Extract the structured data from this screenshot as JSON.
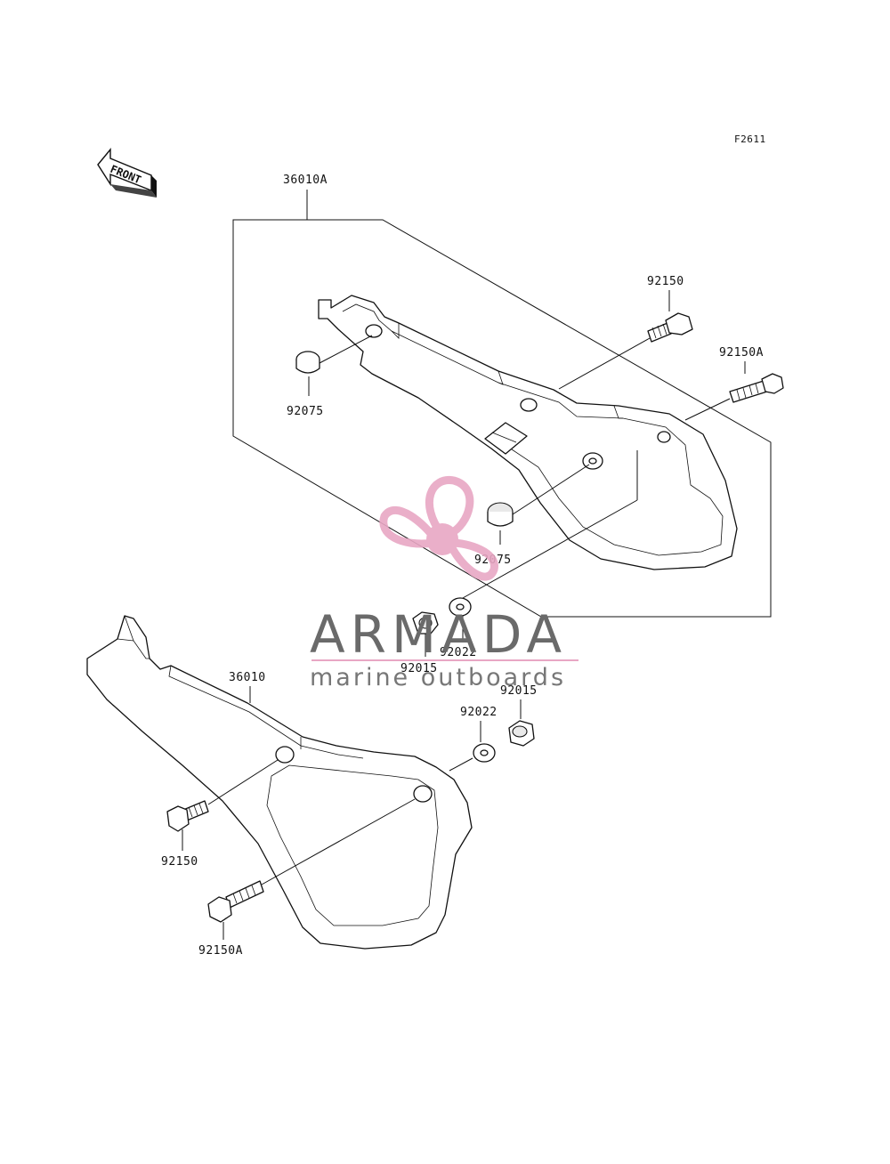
{
  "diagram": {
    "code": "F2611",
    "front_label": "FRONT",
    "labels": {
      "cover_right": "36010A",
      "cover_left": "36010",
      "bolt_upper": "92150",
      "bolt_upper_a": "92150A",
      "grommet_upper": "92075",
      "grommet_mid": "92075",
      "collar_upper": "92015",
      "washer_upper": "92022",
      "collar_lower": "92015",
      "washer_lower": "92022",
      "bolt_lower": "92150",
      "bolt_lower_a": "92150A"
    }
  },
  "watermark": {
    "brand": "ARMADA",
    "tagline": "marine outboards",
    "color": "#e8a7c4"
  }
}
